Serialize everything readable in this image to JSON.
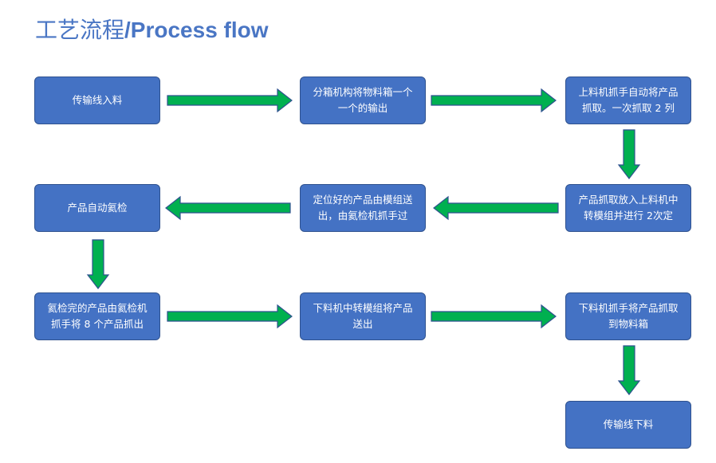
{
  "header": {
    "title_zh": "工艺流程",
    "title_sep": "/",
    "title_en": "Process flow"
  },
  "colors": {
    "node_fill": "#4472c4",
    "node_border": "#2f528f",
    "arrow_fill": "#00b050",
    "arrow_stroke": "#2f528f",
    "title": "#4a76c4"
  },
  "nodes": [
    {
      "id": "n1",
      "text": "传输线入料"
    },
    {
      "id": "n2",
      "text": "分箱机构将物料箱一个一个的输出"
    },
    {
      "id": "n3",
      "text": "上料机抓手自动将产品抓取。一次抓取 2 列"
    },
    {
      "id": "n4",
      "text": "产品抓取放入上料机中转模组并进行 2次定"
    },
    {
      "id": "n5",
      "text": "定位好的产品由模组送出，由氦检机抓手过"
    },
    {
      "id": "n6",
      "text": "产品自动氦检"
    },
    {
      "id": "n7",
      "text": "氦检完的产品由氦检机抓手将 8 个产品抓出"
    },
    {
      "id": "n8",
      "text": "下料机中转模组将产品送出"
    },
    {
      "id": "n9",
      "text": "下料机抓手将产品抓取到物料箱"
    },
    {
      "id": "n10",
      "text": "传输线下料"
    }
  ],
  "edges": [
    {
      "from": "n1",
      "to": "n2",
      "direction": "right"
    },
    {
      "from": "n2",
      "to": "n3",
      "direction": "right"
    },
    {
      "from": "n3",
      "to": "n4",
      "direction": "down"
    },
    {
      "from": "n4",
      "to": "n5",
      "direction": "left"
    },
    {
      "from": "n5",
      "to": "n6",
      "direction": "left"
    },
    {
      "from": "n6",
      "to": "n7",
      "direction": "down"
    },
    {
      "from": "n7",
      "to": "n8",
      "direction": "right"
    },
    {
      "from": "n8",
      "to": "n9",
      "direction": "right"
    },
    {
      "from": "n9",
      "to": "n10",
      "direction": "down"
    }
  ]
}
